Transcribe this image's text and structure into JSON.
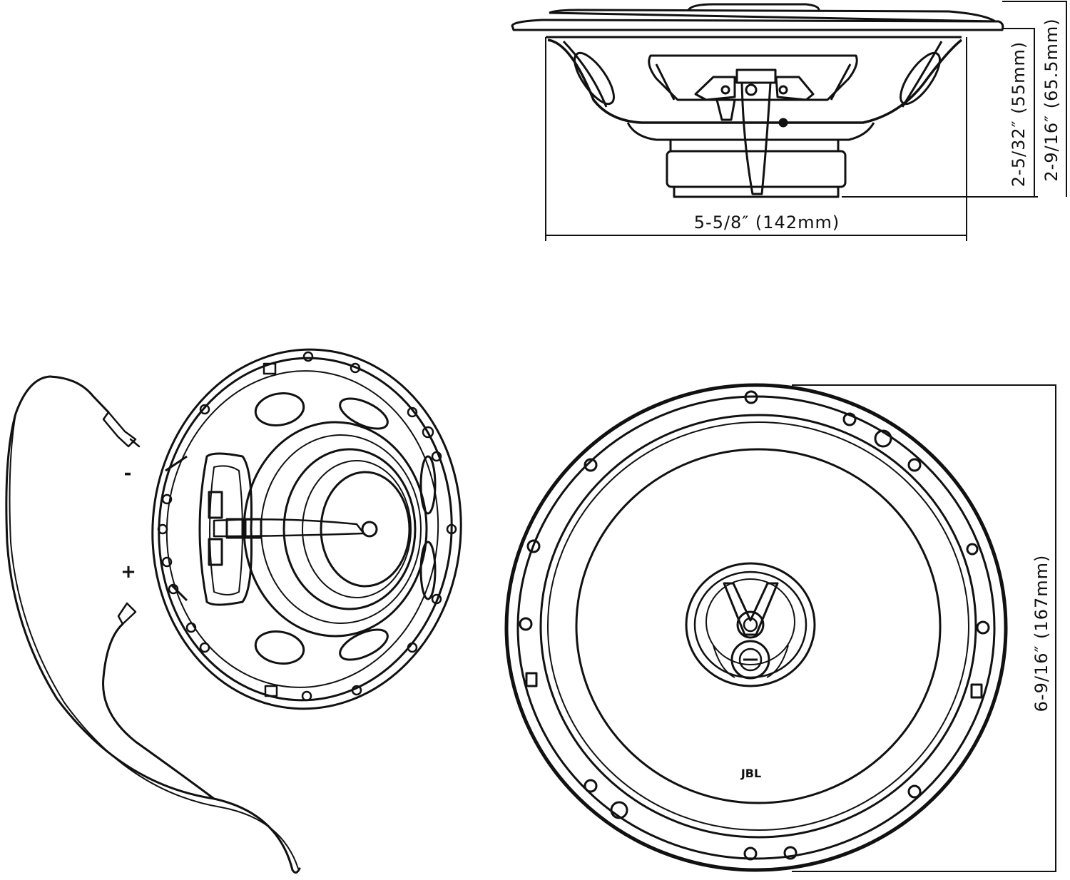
{
  "colors": {
    "line": "#111111",
    "background": "#ffffff"
  },
  "dimensions": {
    "width": "5-5/8″ (142mm)",
    "mounting_depth": "2-5/32″ (55mm)",
    "total_depth": "2-9/16″ (65.5mm)",
    "diameter": "6-9/16″ (167mm)"
  },
  "polarity": {
    "negative": "-",
    "positive": "+"
  },
  "brand_logo": "JBL"
}
